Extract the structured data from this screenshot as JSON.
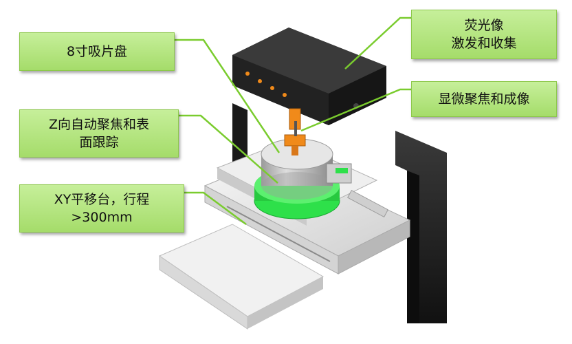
{
  "callouts": {
    "chuck": "8寸吸片盘",
    "z_focus": "Z向自动聚焦和表\n面跟踪",
    "xy_stage": "XY平移台，行程\n>300mm",
    "fluorescence": "荧光像\n激发和收集",
    "microscope": "显微聚焦和成像"
  },
  "colors": {
    "callout_fill": "#b5e57e",
    "callout_border": "#8cc84a",
    "leader_line": "#7acc2e",
    "frame_dark": "#1e1e1e",
    "stage_light": "#e9e9e9",
    "chuck_green": "#2ee04a",
    "focus_orange": "#f08a1a"
  }
}
